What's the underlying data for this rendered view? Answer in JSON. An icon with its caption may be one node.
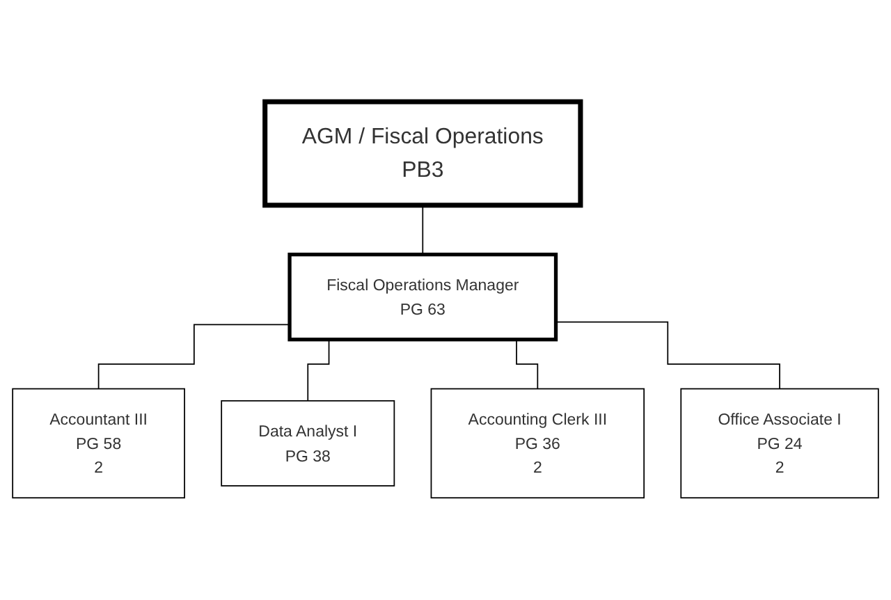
{
  "diagram": {
    "nodes": [
      {
        "text": [
          "AGM / Fiscal Operations",
          "PB3"
        ]
      },
      {
        "text": [
          "Fiscal Operations Manager",
          "PG 63"
        ]
      },
      {
        "text": [
          "Accountant III",
          "PG 58",
          "2"
        ]
      },
      {
        "text": [
          "Data Analyst I",
          "PG 38"
        ]
      },
      {
        "text": [
          "Accounting Clerk III",
          "PG 36",
          "2"
        ]
      },
      {
        "text": [
          "Office Associate I",
          "PG 24",
          "2"
        ]
      }
    ],
    "edges": [
      {
        "from": 0,
        "to": 1,
        "arrow": "none"
      },
      {
        "from": 1,
        "to": 2,
        "arrow": "none"
      },
      {
        "from": 1,
        "to": 3,
        "arrow": "none"
      },
      {
        "from": 1,
        "to": 4,
        "arrow": "none"
      },
      {
        "from": 1,
        "to": 5,
        "arrow": "none"
      }
    ]
  }
}
